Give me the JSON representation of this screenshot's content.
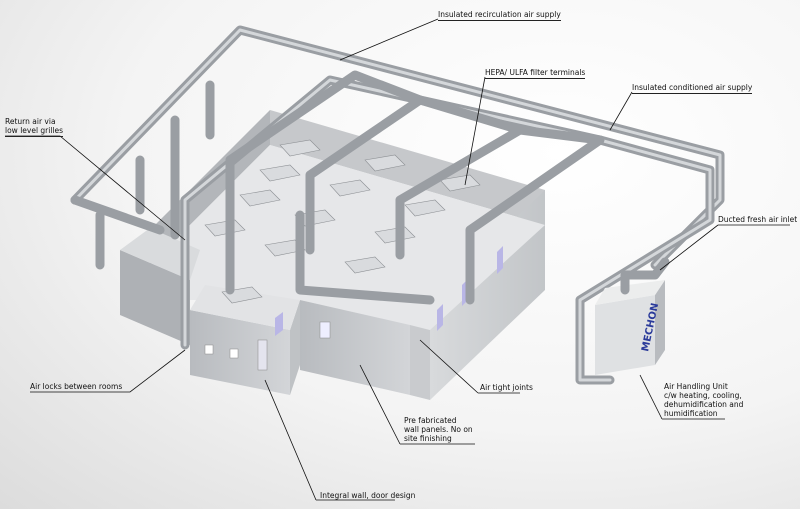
{
  "labels": {
    "recirculation": "Insulated recirculation air supply",
    "hepa": "HEPA/ ULFA filter terminals",
    "conditioned": "Insulated conditioned air supply",
    "return_line1": "Return air via",
    "return_line2": "low level grilles",
    "fresh_air": "Ducted fresh air inlet",
    "air_locks": "Air locks between rooms",
    "air_tight": "Air tight joints",
    "ahu_line1": "Air Handling Unit",
    "ahu_line2": "c/w heating, cooling,",
    "ahu_line3": "dehumidification and",
    "ahu_line4": "humidification",
    "panels_line1": "Pre fabricated",
    "panels_line2": "wall panels. No on",
    "panels_line3": "site finishing",
    "integral": "Integral wall, door design"
  },
  "ahu_logo": "MECHON",
  "colors": {
    "wall": "#c9cbce",
    "wall_dark": "#a9acb0",
    "pipe": "#9a9ea3",
    "window": "#b9b6e6"
  }
}
